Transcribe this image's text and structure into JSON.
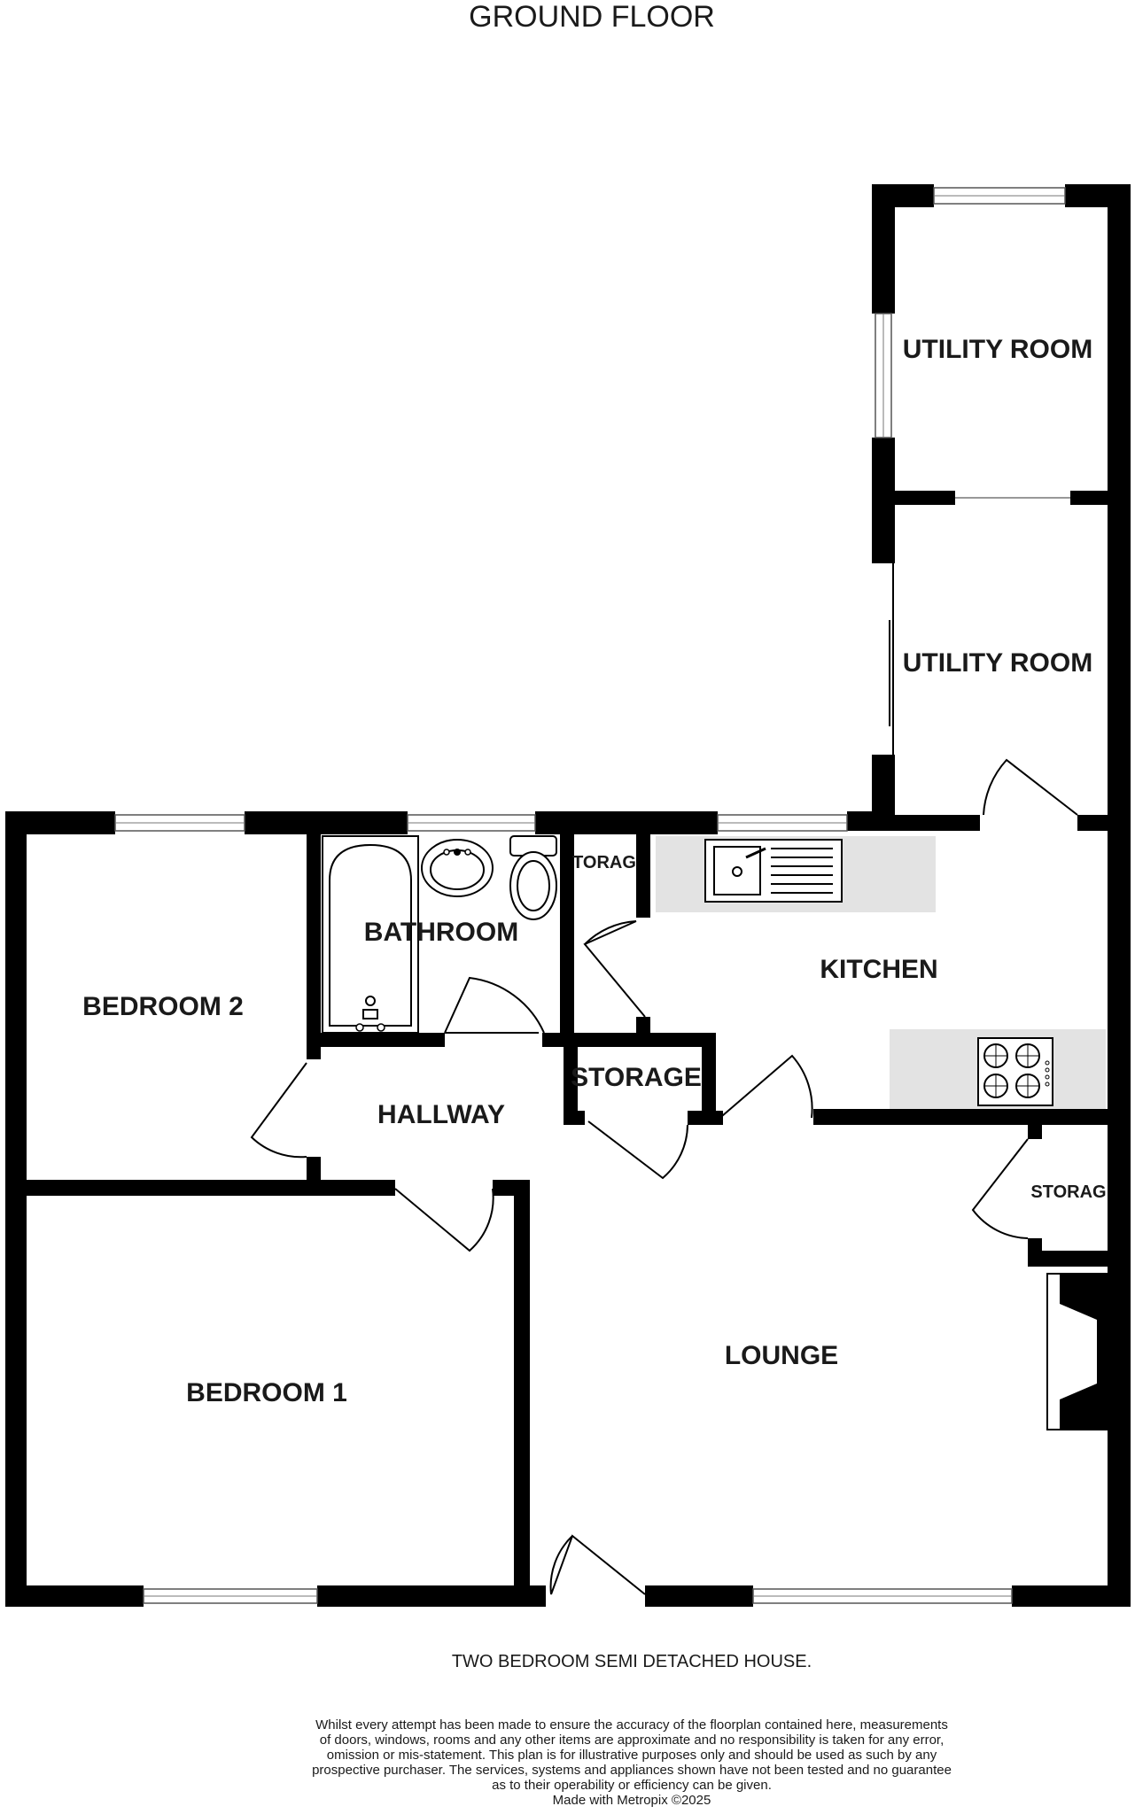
{
  "floor_title": "GROUND FLOOR",
  "rooms": {
    "utility_upper": "UTILITY ROOM",
    "utility_lower": "UTILITY ROOM",
    "bathroom": "BATHROOM",
    "storage_small": "TORAG",
    "kitchen": "KITCHEN",
    "bedroom_2": "BEDROOM 2",
    "hallway": "HALLWAY",
    "storage_mid": "STORAGE",
    "storage_right": "STORAG",
    "lounge": "LOUNGE",
    "bedroom_1": "BEDROOM 1"
  },
  "caption": "TWO BEDROOM SEMI DETACHED HOUSE.",
  "disclaimer": [
    "Whilst every attempt has been made to ensure the accuracy of the floorplan contained here, measurements",
    "of doors, windows, rooms and any other items are approximate and no responsibility is taken for any error,",
    "omission or mis-statement. This plan is for illustrative purposes only and should be used as such by any",
    "prospective purchaser. The services, systems and appliances shown have not been tested and no guarantee",
    "as to their operability or efficiency can be given."
  ],
  "credit": "Made with Metropix ©2025"
}
